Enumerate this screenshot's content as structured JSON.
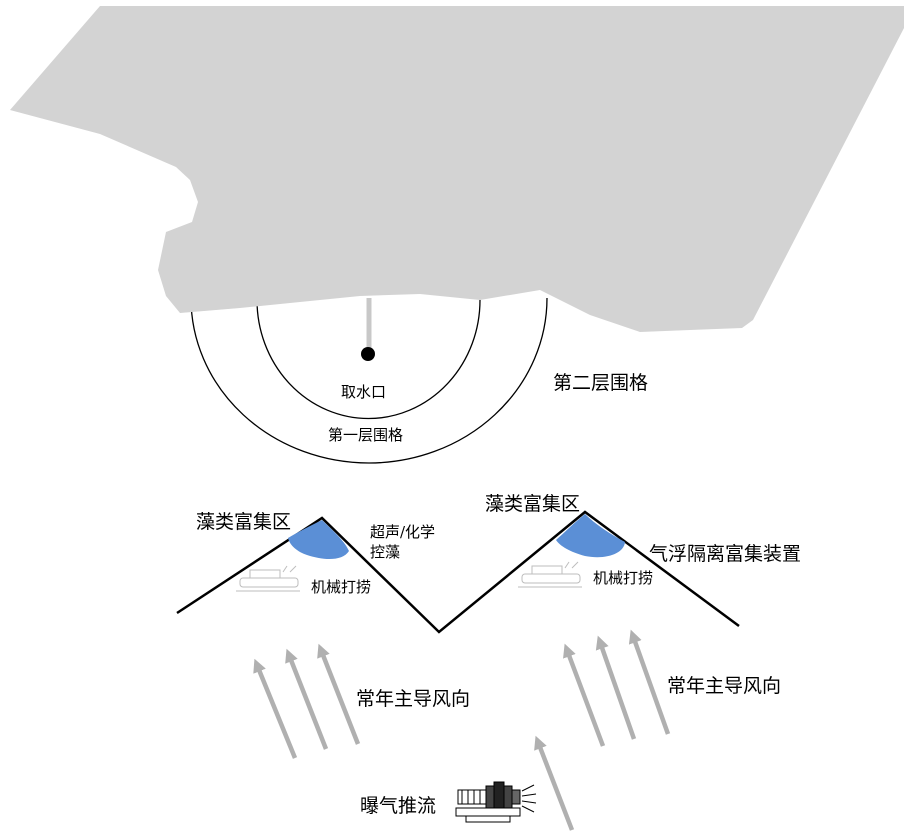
{
  "labels": {
    "intake": "取水口",
    "first_layer": "第一层围格",
    "second_layer": "第二层围格",
    "algae_zone_left": "藻类富集区",
    "algae_zone_right": "藻类富集区",
    "control_line1": "超声/化学",
    "control_line2": "控藻",
    "flotation_device": "气浮隔离富集装置",
    "mech_left": "机械打捞",
    "mech_right": "机械打捞",
    "wind_left": "常年主导风向",
    "wind_right": "常年主导风向",
    "aeration": "曝气推流"
  },
  "colors": {
    "land": "#d3d3d3",
    "algae": "#5b8fd6",
    "arrow": "#b0b0b0",
    "line": "#000000"
  },
  "icons": [
    "dock-icon",
    "water-intake-icon",
    "algae-patch-icon",
    "harvester-boat-icon",
    "wind-arrow-icon",
    "aerator-icon"
  ]
}
